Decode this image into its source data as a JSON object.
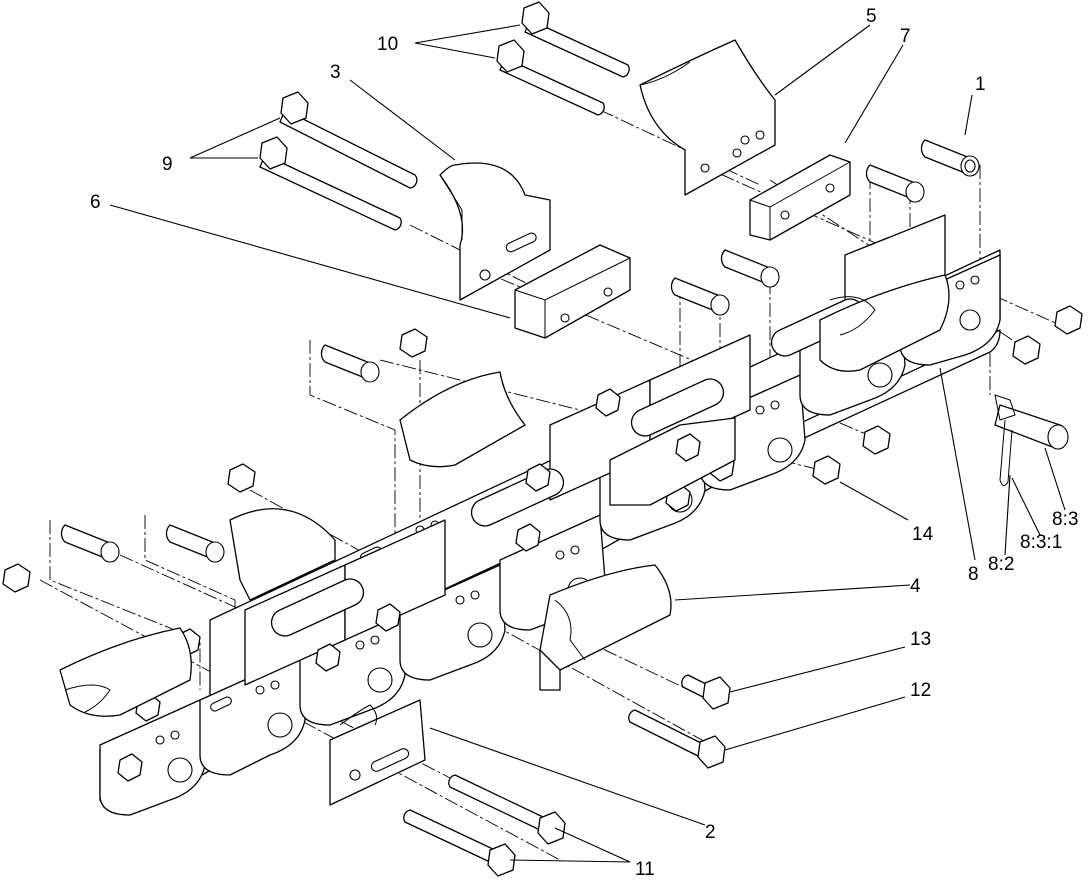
{
  "callouts": {
    "c1": "1",
    "c2": "2",
    "c3": "3",
    "c4": "4",
    "c5": "5",
    "c6": "6",
    "c7": "7",
    "c8": "8",
    "c8_2": "8:2",
    "c8_3": "8:3",
    "c8_3_1": "8:3:1",
    "c9": "9",
    "c10": "10",
    "c11": "11",
    "c12": "12",
    "c13": "13",
    "c14": "14"
  },
  "colors": {
    "line": "#000000",
    "fill": "#ffffff",
    "background": "#ffffff"
  }
}
